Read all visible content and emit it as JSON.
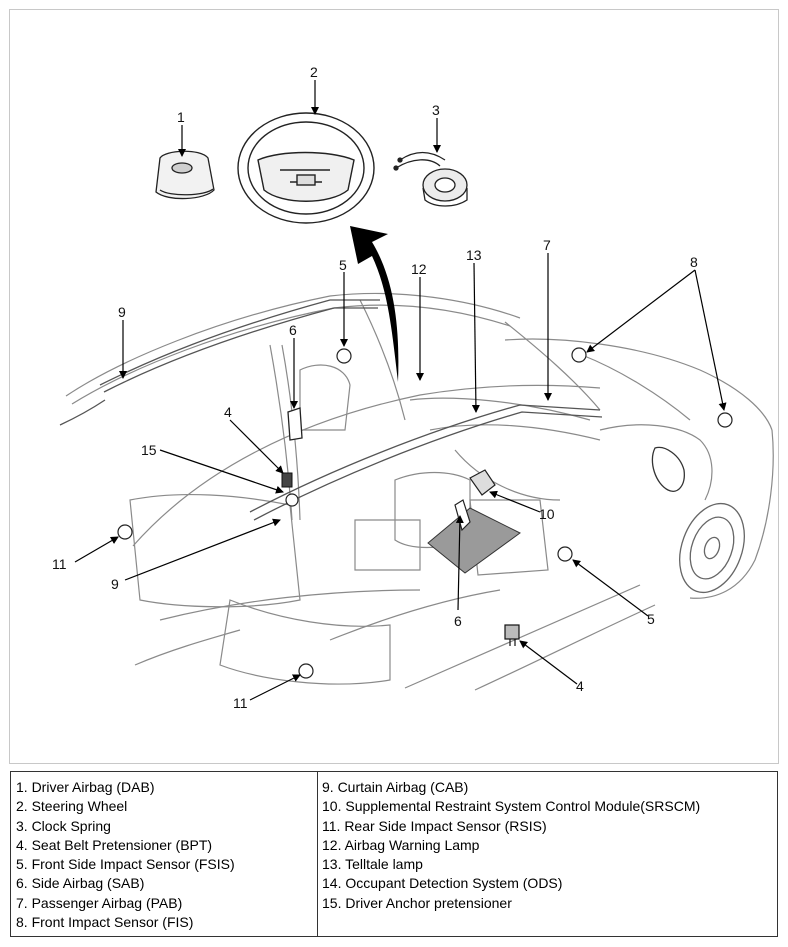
{
  "diagram": {
    "callouts": [
      {
        "id": "c1",
        "text": "1"
      },
      {
        "id": "c2",
        "text": "2"
      },
      {
        "id": "c3",
        "text": "3"
      },
      {
        "id": "c4a",
        "text": "4"
      },
      {
        "id": "c4b",
        "text": "4"
      },
      {
        "id": "c5a",
        "text": "5"
      },
      {
        "id": "c5b",
        "text": "5"
      },
      {
        "id": "c6a",
        "text": "6"
      },
      {
        "id": "c6b",
        "text": "6"
      },
      {
        "id": "c7",
        "text": "7"
      },
      {
        "id": "c8",
        "text": "8"
      },
      {
        "id": "c9a",
        "text": "9"
      },
      {
        "id": "c9b",
        "text": "9"
      },
      {
        "id": "c10",
        "text": "10"
      },
      {
        "id": "c11a",
        "text": "11"
      },
      {
        "id": "c11b",
        "text": "11"
      },
      {
        "id": "c12",
        "text": "12"
      },
      {
        "id": "c13",
        "text": "13"
      },
      {
        "id": "c15",
        "text": "15"
      }
    ]
  },
  "legend": {
    "left": [
      "1. Driver Airbag (DAB)",
      "2. Steering Wheel",
      "3. Clock Spring",
      "4. Seat Belt Pretensioner (BPT)",
      "5. Front Side Impact Sensor (FSIS)",
      "6. Side Airbag (SAB)",
      "7. Passenger Airbag (PAB)",
      "8. Front Impact Sensor (FIS)"
    ],
    "right": [
      "9. Curtain Airbag (CAB)",
      "10. Supplemental Restraint System Control Module(SRSCM)",
      "11. Rear Side Impact Sensor (RSIS)",
      "12. Airbag Warning Lamp",
      "13. Telltale lamp",
      "14. Occupant Detection System (ODS)",
      "15. Driver Anchor pretensioner"
    ]
  }
}
